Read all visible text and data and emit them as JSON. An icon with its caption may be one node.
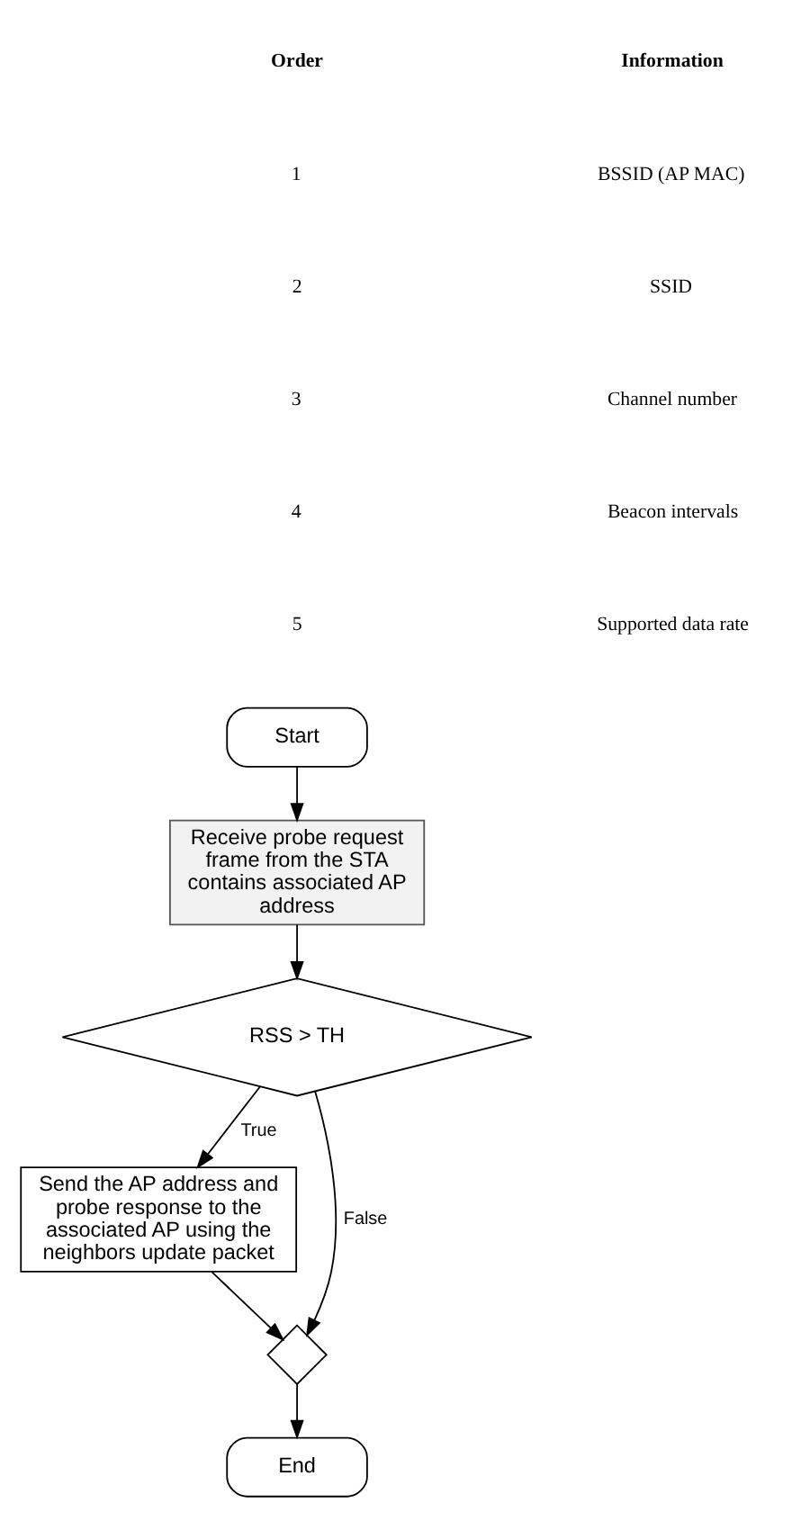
{
  "diagram": {
    "nodes": [
      {
        "text": [
          "Start"
        ]
      },
      {
        "text": [
          "Receive probe request frame from the STA contains associated AP address"
        ]
      },
      {
        "text": [
          "RSS > TH"
        ]
      },
      {
        "text": [
          "Send the AP address and probe response to the associated AP using the neighbors update packet"
        ]
      },
      {
        "text": [],
        "shape": "diamond"
      },
      {
        "text": [
          "End"
        ]
      }
    ],
    "edges": [
      {
        "from": 0,
        "to": 1,
        "arrow": "to"
      },
      {
        "from": 1,
        "to": 2,
        "arrow": "to"
      },
      {
        "from": 2,
        "to": 3,
        "arrow": "to",
        "label": "True"
      },
      {
        "from": 2,
        "to": 4,
        "arrow": "to",
        "label": "False"
      },
      {
        "from": 3,
        "to": 4,
        "arrow": "to"
      },
      {
        "from": 4,
        "to": 5,
        "arrow": "to"
      }
    ],
    "labels": [
      "Order",
      "Information",
      "1",
      "BSSID (AP MAC)",
      "2",
      "SSID",
      "3",
      "Channel number",
      "4",
      "Beacon intervals",
      "5",
      "Supported data rate"
    ]
  }
}
